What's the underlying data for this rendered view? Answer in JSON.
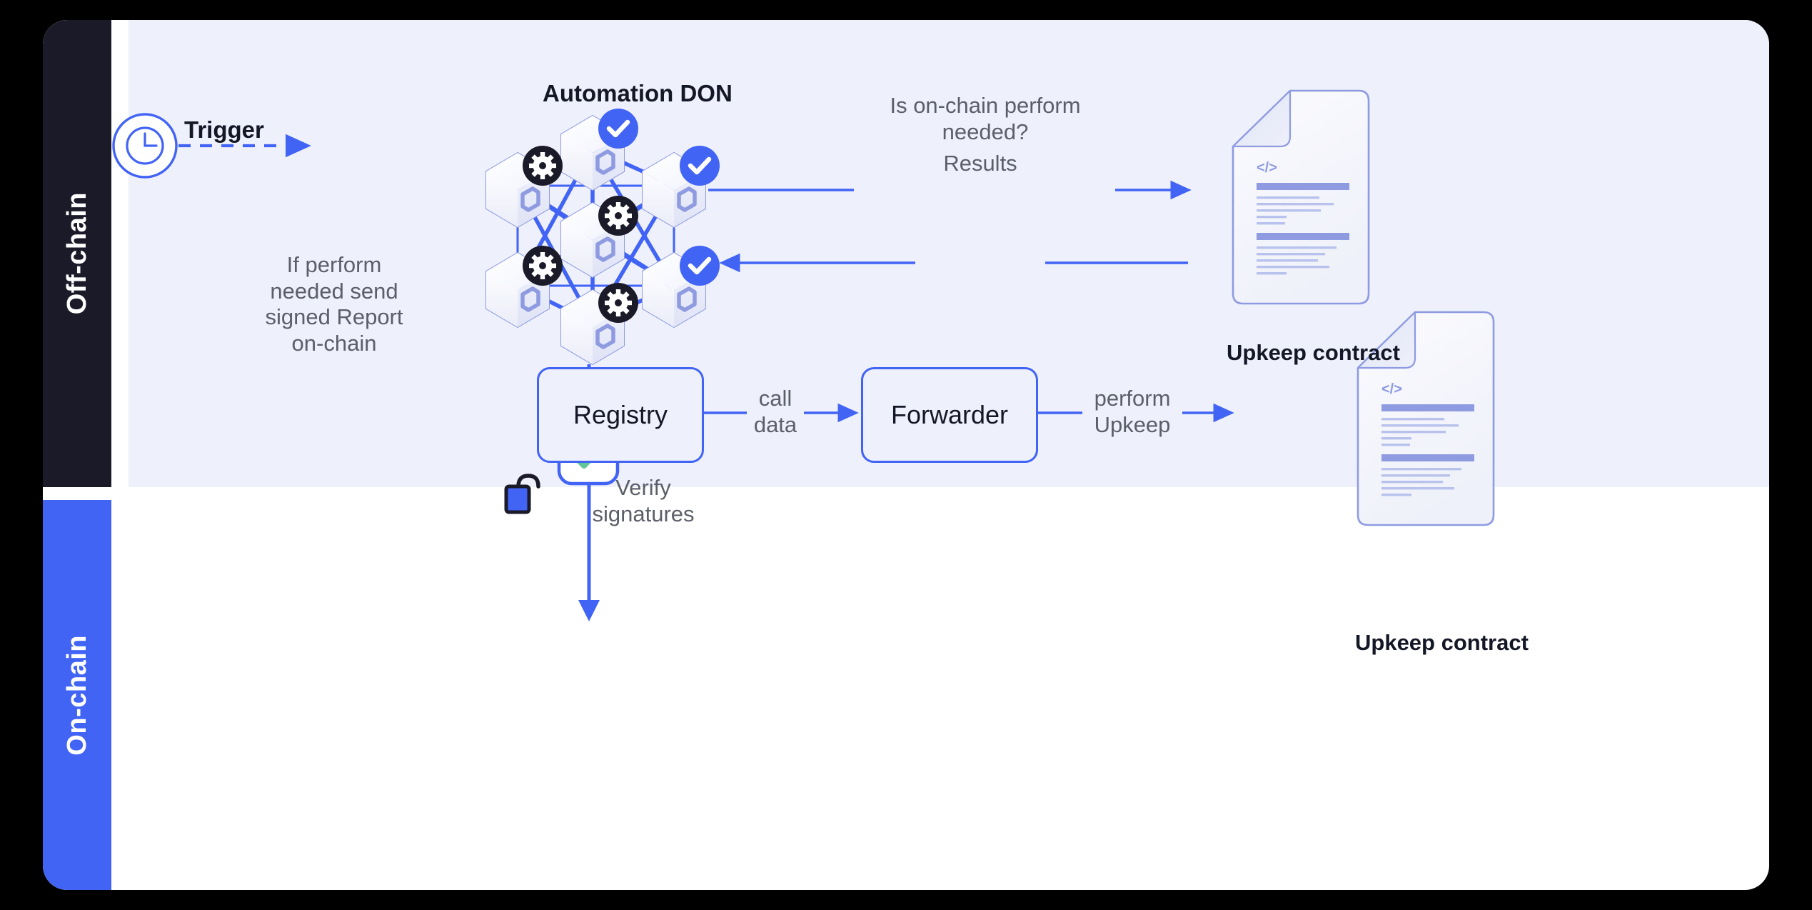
{
  "diagram": {
    "title": "Chainlink Automation architecture",
    "bands": [
      {
        "id": "off-chain",
        "label": "Off-chain",
        "color": "#1b1a29"
      },
      {
        "id": "on-chain",
        "label": "On-chain",
        "color": "#4264f5"
      }
    ],
    "colors": {
      "accent_blue": "#4264f5",
      "panel_lavender": "#eef0fc",
      "dark": "#1b1a29",
      "text_grey": "#5b5f68",
      "check_green": "#4ec48a",
      "doc_line": "#8e9be0"
    },
    "offchain": {
      "trigger_label": "Trigger",
      "trigger_icon": "clock-icon",
      "don_title": "Automation DON",
      "don_nodes": [
        {
          "id": "node-top",
          "badge": "check-badge"
        },
        {
          "id": "node-left-upper",
          "badge": "gear-badge"
        },
        {
          "id": "node-right-upper",
          "badge": "check-badge"
        },
        {
          "id": "node-center",
          "badge": "gear-badge"
        },
        {
          "id": "node-left-lower",
          "badge": "gear-badge"
        },
        {
          "id": "node-right-lower",
          "badge": "check-badge"
        },
        {
          "id": "node-bottom",
          "badge": "gear-badge"
        }
      ],
      "query_label_line1": "Is on-chain perform",
      "query_label_line2": "needed?",
      "results_label": "Results",
      "upkeep_contract_label": "Upkeep contract",
      "report_note_lines": [
        "If perform",
        "needed send",
        "signed Report",
        "on-chain"
      ],
      "signed_report_icon": "signed-report-badge",
      "signed_report_lock_icon": "lock-closed-icon",
      "signed_report_check_icon": "check-icon"
    },
    "onchain": {
      "registry_label": "Registry",
      "forwarder_label": "Forwarder",
      "call_data_line1": "call",
      "call_data_line2": "data",
      "perform_upkeep_line1": "perform",
      "perform_upkeep_line2": "Upkeep",
      "verify_signatures_line1": "Verify",
      "verify_signatures_line2": "signatures",
      "verify_icon": "unlock-icon",
      "upkeep_contract_label": "Upkeep contract"
    }
  }
}
